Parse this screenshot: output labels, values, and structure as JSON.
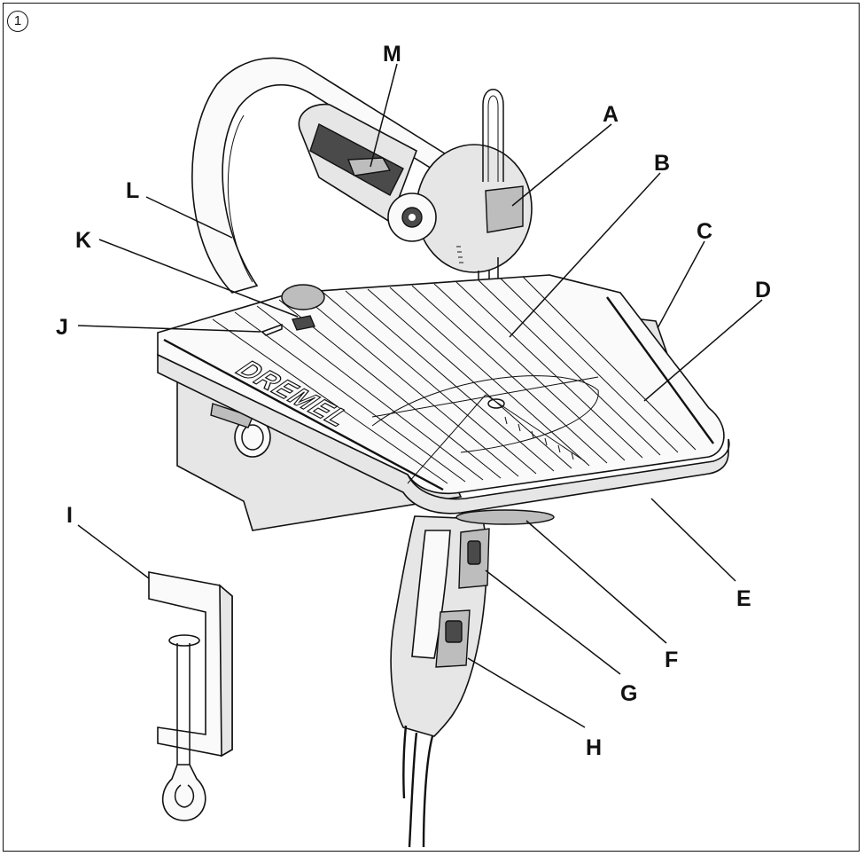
{
  "figure": {
    "number": "1"
  },
  "brand": {
    "logo_text": "DREMEL"
  },
  "colors": {
    "line": "#111111",
    "body_fill": "#e6e6e6",
    "dark_fill": "#4a4a4a",
    "background": "#ffffff"
  },
  "callouts": [
    {
      "id": "A",
      "letter": "A"
    },
    {
      "id": "B",
      "letter": "B"
    },
    {
      "id": "C",
      "letter": "C"
    },
    {
      "id": "D",
      "letter": "D"
    },
    {
      "id": "E",
      "letter": "E"
    },
    {
      "id": "F",
      "letter": "F"
    },
    {
      "id": "G",
      "letter": "G"
    },
    {
      "id": "H",
      "letter": "H"
    },
    {
      "id": "I",
      "letter": "I"
    },
    {
      "id": "J",
      "letter": "J"
    },
    {
      "id": "K",
      "letter": "K"
    },
    {
      "id": "L",
      "letter": "L"
    },
    {
      "id": "M",
      "letter": "M"
    }
  ]
}
